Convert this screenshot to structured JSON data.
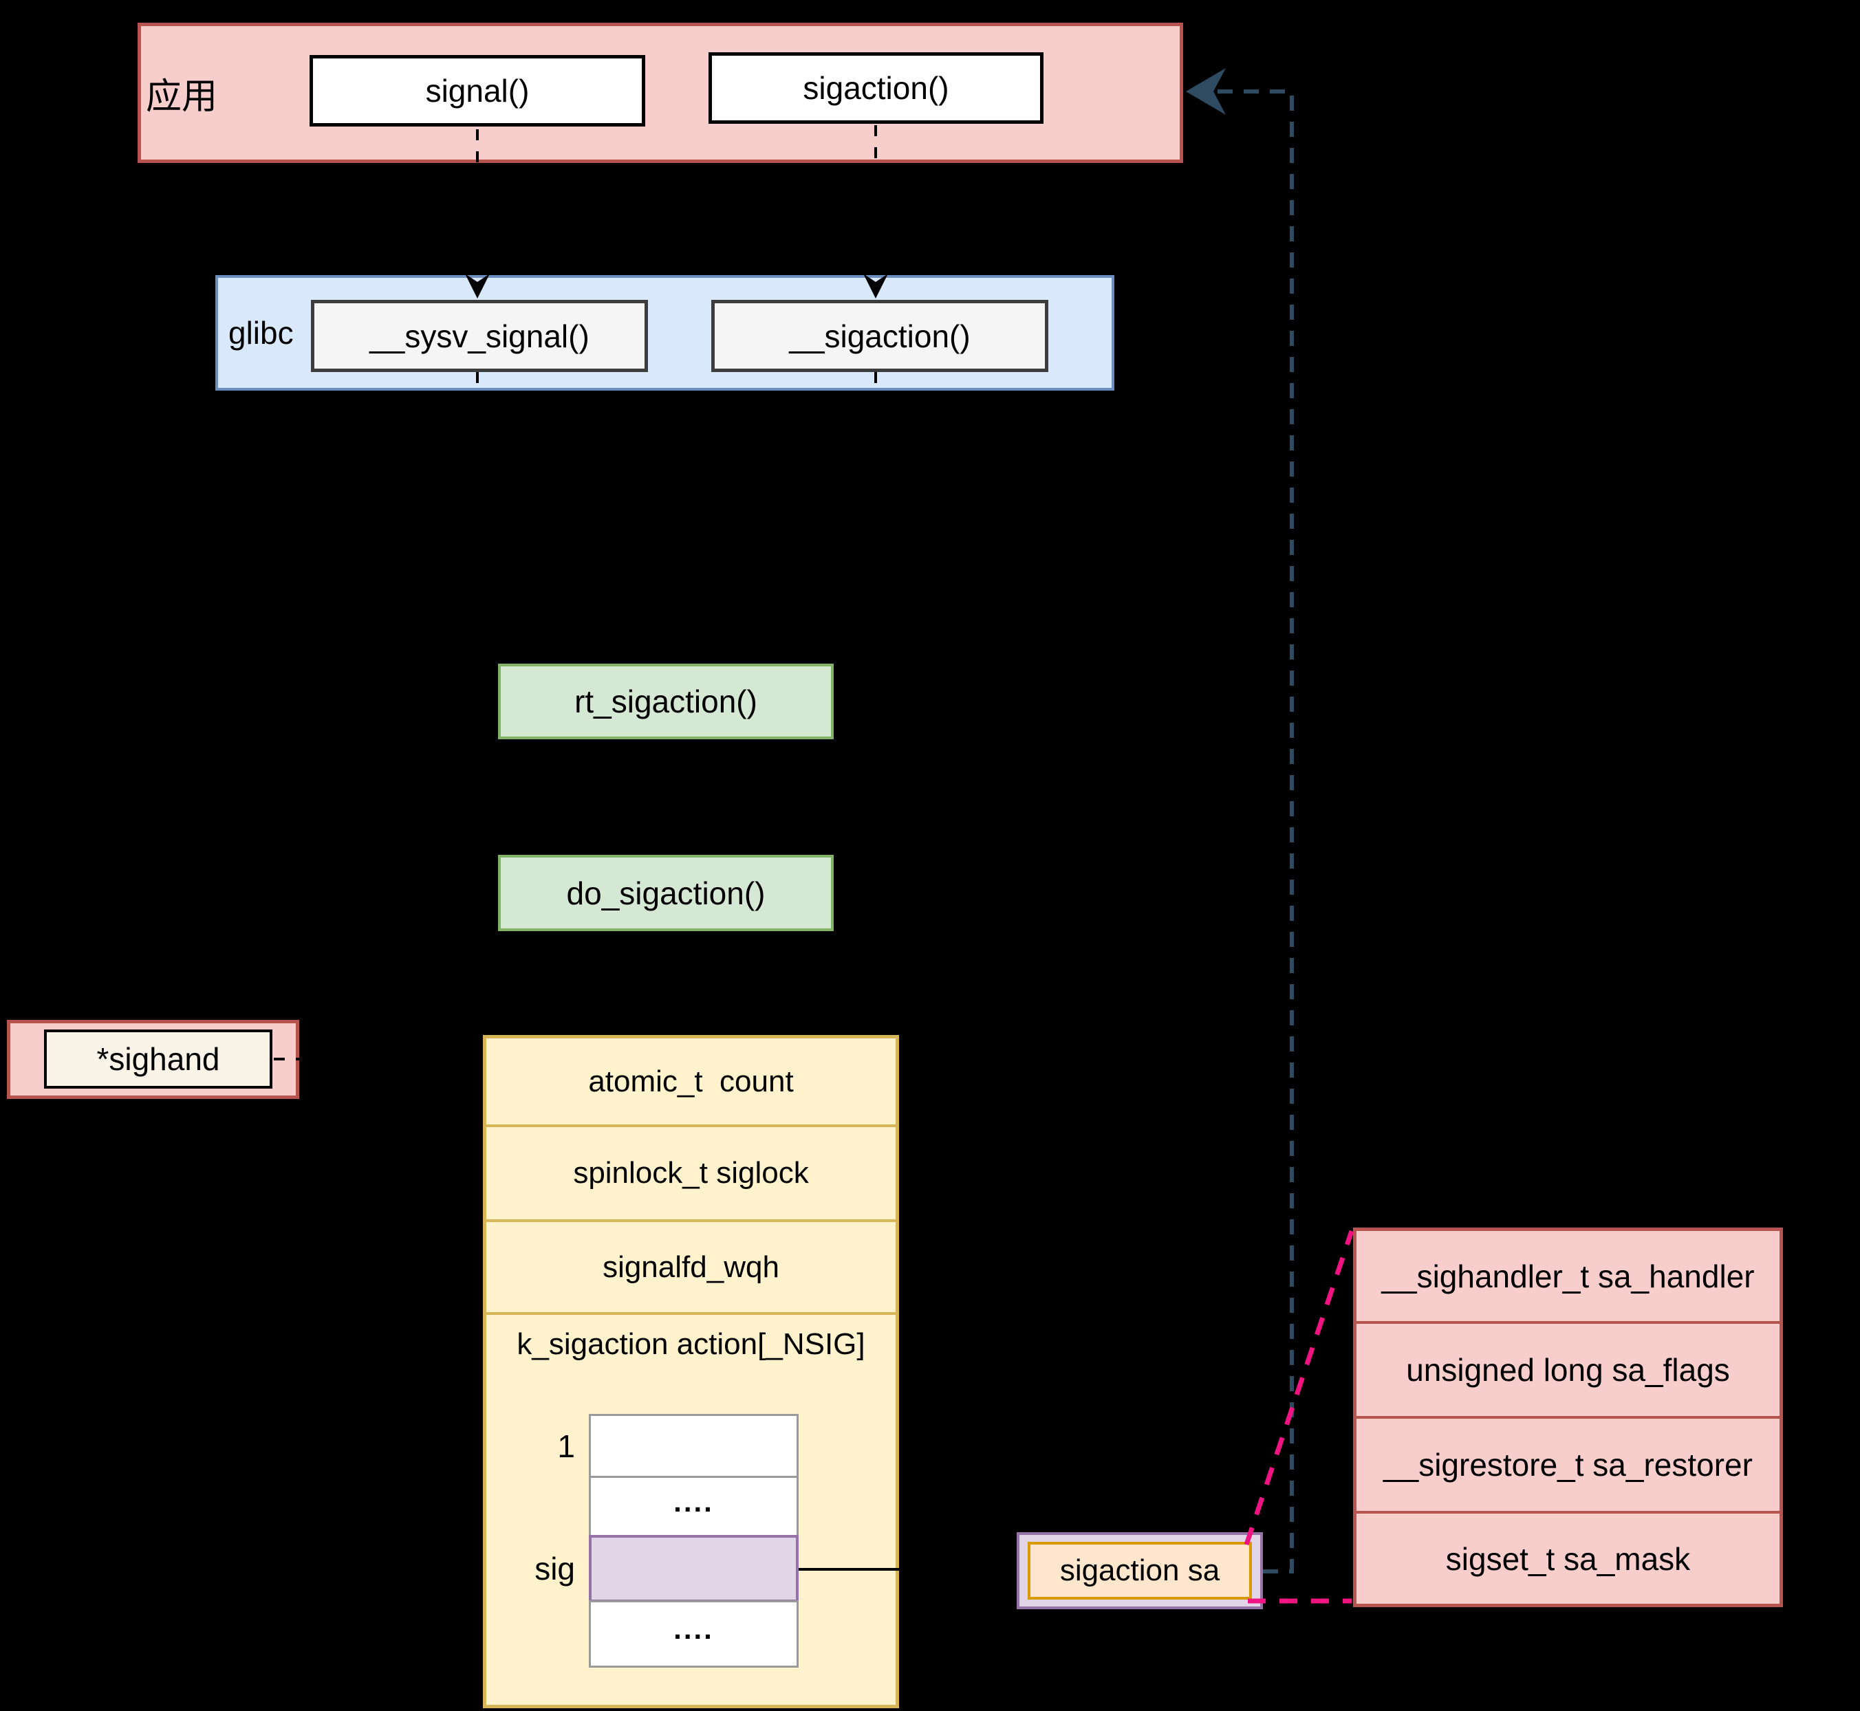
{
  "app": {
    "label": "应用",
    "signal_label": "signal()",
    "sigaction_label": "sigaction()"
  },
  "glibc": {
    "label": "glibc",
    "sysv_signal_label": "__sysv_signal()",
    "sigaction_label": "__sigaction()"
  },
  "kernel": {
    "rt_sigaction_label": "rt_sigaction()",
    "do_sigaction_label": "do_sigaction()"
  },
  "task": {
    "sighand_pointer_label": "*sighand"
  },
  "sighand_struct": {
    "rows": [
      "atomic_t  count",
      "spinlock_t siglock",
      "signalfd_wqh"
    ],
    "array_label": "k_sigaction action[_NSIG]",
    "array": {
      "index_first": "1",
      "dots": "....",
      "index_sig": "sig"
    }
  },
  "sigaction_instance": {
    "label": "sigaction sa"
  },
  "sigaction_struct": {
    "rows": [
      "__sighandler_t sa_handler",
      "unsigned long sa_flags",
      "__sigrestore_t sa_restorer",
      "sigset_t sa_mask"
    ]
  },
  "colors": {
    "background": "#000000",
    "pink_fill": "#f8cecc",
    "pink_stroke": "#b85450",
    "blue_fill": "#dae8fc",
    "blue_stroke": "#6c8ebf",
    "green_fill": "#d5e8d4",
    "green_stroke": "#82b366",
    "yellow_fill": "#fff2cc",
    "yellow_stroke": "#d6b656",
    "purple_fill": "#e1d5e7",
    "purple_stroke": "#9673a6",
    "orange_fill": "#ffe6cc",
    "orange_stroke": "#d79b00",
    "gray_fill": "#f5f5f5",
    "gray_stroke": "#3d3d3d",
    "connector_black": "#000000",
    "connector_blue": "#2e4b62",
    "connector_pink": "#f21383"
  }
}
